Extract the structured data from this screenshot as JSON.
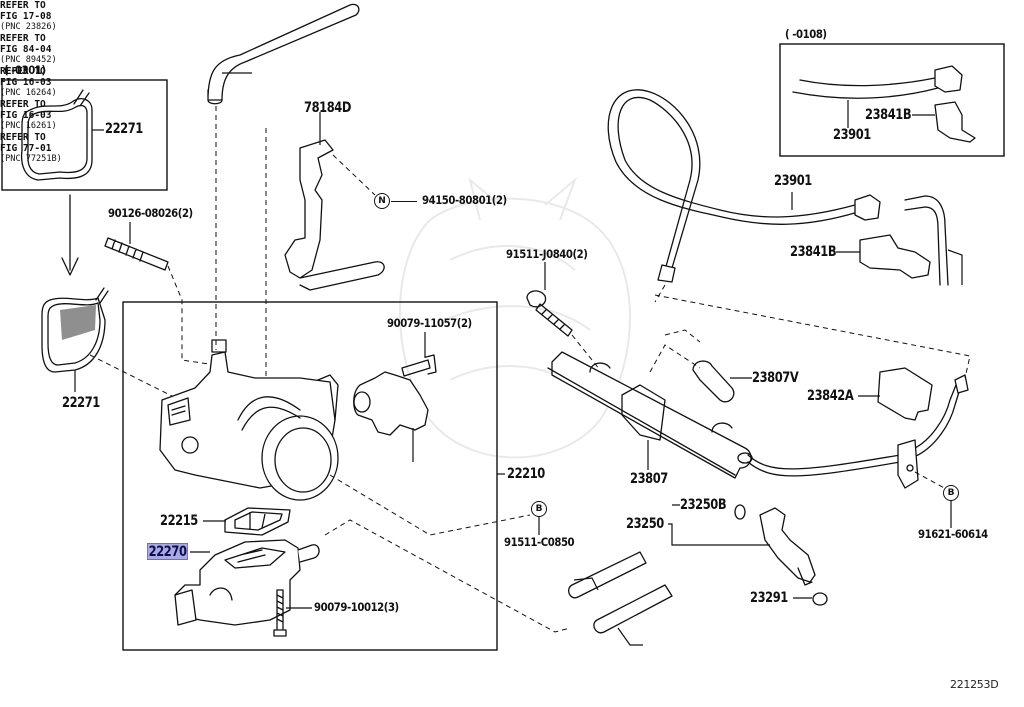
{
  "diagram": {
    "type": "exploded parts diagram",
    "figure_code": "221253D",
    "highlighted_part": "22270"
  },
  "colors": {
    "highlight_fill": "#a9a9e6",
    "highlight_border": "#6d6dc2",
    "line": "#111111"
  },
  "insets": {
    "left": {
      "date_range": "(      -0301)",
      "part": "22271"
    },
    "right": {
      "date_range": "(      -0108)",
      "hose": "23901",
      "clip": "23841B"
    }
  },
  "parts": {
    "p22271_main": "22271",
    "p90126": "90126-08026(2)",
    "p78184D": "78184D",
    "p94150": "94150-80801(2)",
    "p90079_11057": "90079-11057(2)",
    "p22210": "22210",
    "p22215": "22215",
    "p22270": "22270",
    "p90079_10012": "90079-10012(3)",
    "p91511_C0850": "91511-C0850",
    "p91511_J0840": "91511-J0840(2)",
    "p23901": "23901",
    "p23841B": "23841B",
    "p23807V": "23807V",
    "p23842A": "23842A",
    "p23807": "23807",
    "p23250B": "23250B",
    "p23250": "23250",
    "p23291": "23291",
    "p91621": "91621-60614"
  },
  "markers": {
    "n": "N",
    "b1": "B",
    "b2": "B"
  },
  "references": {
    "fig17": {
      "l1": "REFER TO",
      "l2": "FIG 17-08",
      "l3": "(PNC 23826)"
    },
    "fig84": {
      "l1": "REFER TO",
      "l2": "FIG 84-04",
      "l3": "(PNC 89452)"
    },
    "fig77": {
      "l1": "REFER TO",
      "l2": "FIG 77-01",
      "l3": "(PNC 77251B)"
    },
    "fig16a": {
      "l1": "REFER TO",
      "l2": "FIG 16-03",
      "l3": "(PNC 16264)"
    },
    "fig16b": {
      "l1": "REFER TO",
      "l2": "FIG 16-03",
      "l3": "(PNC 16261)"
    }
  }
}
